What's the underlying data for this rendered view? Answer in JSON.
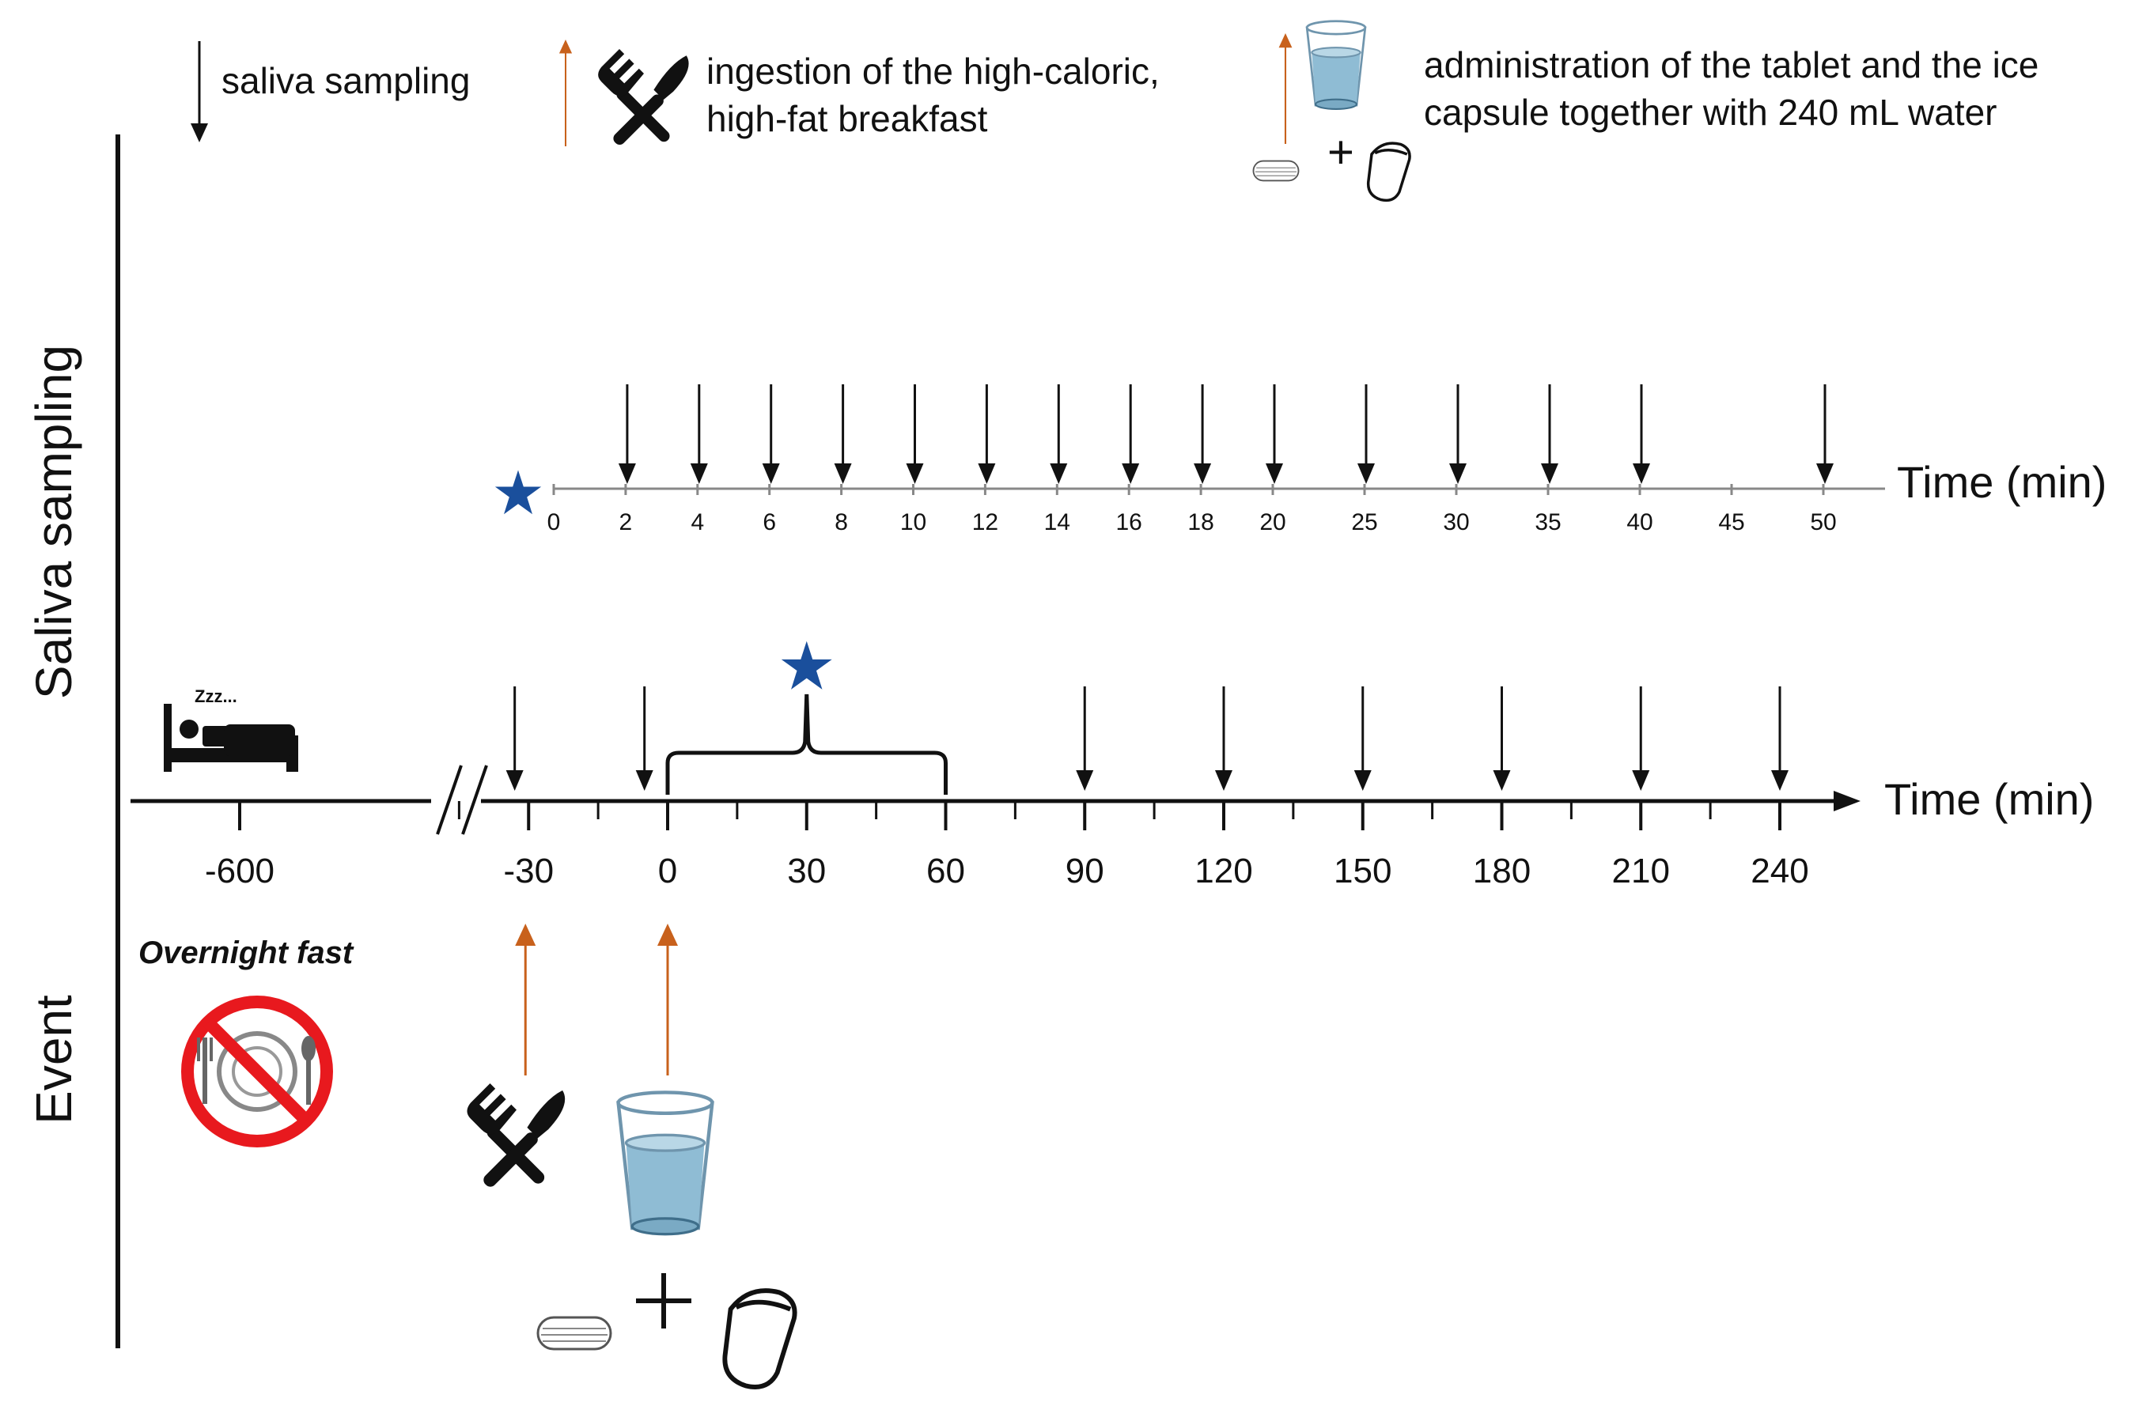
{
  "legend": {
    "saliva_label": "saliva sampling",
    "breakfast_label_line1": "ingestion of the high-caloric,",
    "breakfast_label_line2": "high-fat breakfast",
    "admin_label_line1": "administration of the tablet and the ice",
    "admin_label_line2": "capsule together with 240 mL water"
  },
  "row_labels": {
    "top": "Saliva sampling",
    "bottom": "Event"
  },
  "zoom_axis": {
    "axis_title": "Time (min)",
    "ticks": [
      "0",
      "2",
      "4",
      "6",
      "8",
      "10",
      "12",
      "14",
      "16",
      "18",
      "20",
      "25",
      "30",
      "35",
      "40",
      "45",
      "50"
    ],
    "sampling_times": [
      "2",
      "4",
      "6",
      "8",
      "10",
      "12",
      "14",
      "16",
      "18",
      "20",
      "25",
      "30",
      "35",
      "40",
      "50"
    ]
  },
  "main_axis": {
    "axis_title": "Time (min)",
    "tick_labels": [
      "-600",
      "-30",
      "0",
      "30",
      "60",
      "90",
      "120",
      "150",
      "180",
      "210",
      "240"
    ],
    "sampling_times": [
      -33,
      -5,
      90,
      120,
      150,
      180,
      210,
      240
    ],
    "bracket_range": [
      0,
      60
    ],
    "star_time": 30
  },
  "events": {
    "overnight_fast_label": "Overnight fast",
    "sleep_text": "Zzz...",
    "breakfast_time": -30,
    "admin_time": 0
  },
  "colors": {
    "orange_arrow": "#c8611c",
    "star_blue": "#1a4f9c",
    "water_blue": "#8fbcd4",
    "no_sign_red": "#e8191e"
  }
}
